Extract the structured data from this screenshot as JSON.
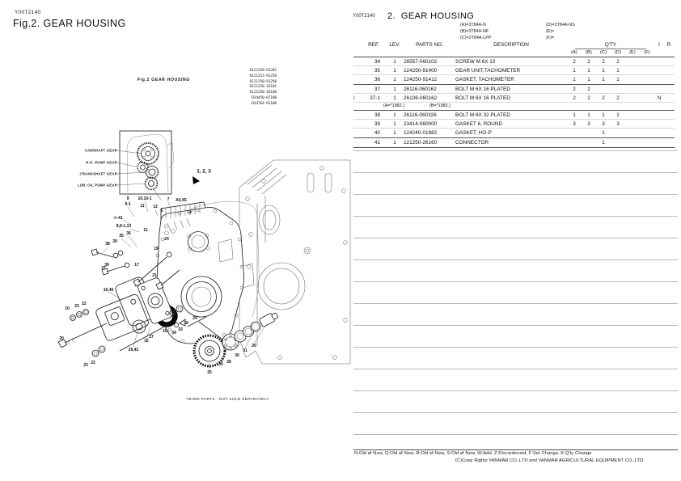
{
  "left_page": {
    "code": "Y00T2140",
    "title": "Fig.2.  GEAR HOUSING",
    "figure_caption": "Fig.2 GEAR HOUSING",
    "ref_numbers": [
      "D121250-91201",
      "D121253-91250",
      "D121250-91250",
      "D121250-26101",
      "D121250-26160",
      "D34450-07100",
      "D34764-91100"
    ],
    "inset_labels": [
      "CAMSHAFT GEAR",
      "H.O. PUMP GEAR",
      "CRANKSHAFT GEAR",
      "LUB. OIL PUMP GEAR"
    ],
    "footnote": "*MARK PARTS : NOT SOLD SEPARATELY",
    "callouts": [
      [
        158,
        246,
        "9"
      ],
      [
        158,
        253,
        "9-1"
      ],
      [
        179,
        246,
        "10,10-1"
      ],
      [
        176,
        255,
        "11"
      ],
      [
        192,
        256,
        "12"
      ],
      [
        200,
        261,
        "6"
      ],
      [
        208,
        247,
        "7"
      ],
      [
        224,
        248,
        "X4,X5"
      ],
      [
        234,
        263,
        "14"
      ],
      [
        146,
        270,
        "①-41"
      ],
      [
        153,
        280,
        "8,9-1,13"
      ],
      [
        180,
        285,
        "11"
      ],
      [
        206,
        296,
        "24"
      ],
      [
        193,
        308,
        "19"
      ],
      [
        150,
        292,
        "35"
      ],
      [
        159,
        289,
        "36"
      ],
      [
        133,
        302,
        "38"
      ],
      [
        142,
        299,
        "39"
      ],
      [
        132,
        328,
        "39"
      ],
      [
        128,
        332,
        "37"
      ],
      [
        169,
        328,
        "17"
      ],
      [
        191,
        341,
        "21"
      ],
      [
        134,
        359,
        "16,40"
      ],
      [
        83,
        382,
        "10"
      ],
      [
        95,
        379,
        "23"
      ],
      [
        104,
        376,
        "22"
      ],
      [
        76,
        419,
        "20"
      ],
      [
        106,
        452,
        "23"
      ],
      [
        115,
        449,
        "22"
      ],
      [
        165,
        433,
        "29,41"
      ],
      [
        181,
        422,
        "32"
      ],
      [
        187,
        417,
        "27"
      ],
      [
        204,
        410,
        "15"
      ],
      [
        215,
        412,
        "34"
      ],
      [
        223,
        408,
        "33"
      ],
      [
        230,
        400,
        "18"
      ],
      [
        241,
        394,
        "24"
      ],
      [
        259,
        461,
        "25"
      ],
      [
        273,
        451,
        "30"
      ],
      [
        283,
        448,
        "28"
      ],
      [
        293,
        440,
        "30"
      ],
      [
        303,
        434,
        "31"
      ],
      [
        314,
        428,
        "26"
      ]
    ],
    "arrow_label": "1, 2, 3"
  },
  "right_page": {
    "code": "Y00T2140",
    "title": "2.  GEAR HOUSING",
    "models_col1": [
      "(A)=3T84A-N",
      "(B)=3T84A-NF",
      "(C)=3T84A-LPP"
    ],
    "models_col2": [
      "(D)=3T84A-NS",
      "(E)=",
      "(F)="
    ],
    "table": {
      "headers": {
        "ref": "REF.",
        "lev": "LEV.",
        "parts_no": "PARTS NO.",
        "description": "DESCRIPTION",
        "qty": "Q'TY",
        "i": "I",
        "r": "R",
        "qty_cols": [
          "(A)",
          "(B)",
          "(C)",
          "(D)",
          "(E)",
          "(F)"
        ]
      },
      "groups": [
        {
          "rows": [
            {
              "marker": "",
              "ref": "34",
              "lev": "1",
              "parts_no": "26557-060102",
              "description": "SCREW M 6X 10",
              "qty": [
                "2",
                "2",
                "2",
                "2",
                "",
                ""
              ],
              "i": "",
              "r": ""
            },
            {
              "marker": "",
              "ref": "35",
              "lev": "1",
              "parts_no": "124250-91400",
              "description": "GEAR UNIT,TACHOMETER",
              "qty": [
                "1",
                "1",
                "1",
                "1",
                "",
                ""
              ],
              "i": "",
              "r": ""
            },
            {
              "marker": "",
              "ref": "36",
              "lev": "1",
              "parts_no": "124250-91412",
              "description": "GASKET, TACHOMETER",
              "qty": [
                "1",
                "1",
                "1",
                "1",
                "",
                ""
              ],
              "i": "",
              "r": ""
            }
          ]
        },
        {
          "rows": [
            {
              "marker": "",
              "ref": "37",
              "lev": "1",
              "parts_no": "26116-060162",
              "description": "BOLT M 6X 16 PLATED",
              "qty": [
                "2",
                "2",
                "",
                "",
                "",
                ""
              ],
              "i": "",
              "r": ""
            },
            {
              "marker": "I",
              "ref": "37-1",
              "lev": "1",
              "parts_no": "26106-060162",
              "description": "BOLT M 6X 16 PLATED",
              "qty": [
                "2",
                "2",
                "2",
                "2",
                "",
                ""
              ],
              "i": "N",
              "r": "",
              "note_a": "(A=*1982.)",
              "note_b": "(B=*1982.)"
            }
          ]
        },
        {
          "rows": [
            {
              "marker": "",
              "ref": "38",
              "lev": "1",
              "parts_no": "26116-060326",
              "description": "BOLT M 6X 32 PLATED",
              "qty": [
                "1",
                "1",
                "1",
                "1",
                "",
                ""
              ],
              "i": "",
              "r": ""
            },
            {
              "marker": "",
              "ref": "39",
              "lev": "1",
              "parts_no": "23414-060000",
              "description": "GASKET 6, ROUND",
              "qty": [
                "3",
                "3",
                "3",
                "3",
                "",
                ""
              ],
              "i": "",
              "r": ""
            },
            {
              "marker": "",
              "ref": "40",
              "lev": "1",
              "parts_no": "124240-01882",
              "description": "GASKET, HO-P",
              "qty": [
                "",
                "",
                "1",
                "",
                "",
                ""
              ],
              "i": "",
              "r": ""
            }
          ]
        },
        {
          "rows": [
            {
              "marker": "",
              "ref": "41",
              "lev": "1",
              "parts_no": "121250-26160",
              "description": "CONNECTOR",
              "qty": [
                "",
                "",
                "1",
                "",
                "",
                ""
              ],
              "i": "",
              "r": ""
            }
          ]
        }
      ]
    },
    "legend_line1": "N:Old ⇄ New,  Q:Old ⇄ New,  R:Old ⇄ New,  S:Old ⇄ New,  W:Add,  Z:Discontinued,  F:Set Change,  K:Q'ty Change",
    "legend_line2": "(C)Copy Rights  YANMAR CO.,LTD and YANMAR AGRICULTURAL EQUIPMENT CO.,LTD."
  }
}
